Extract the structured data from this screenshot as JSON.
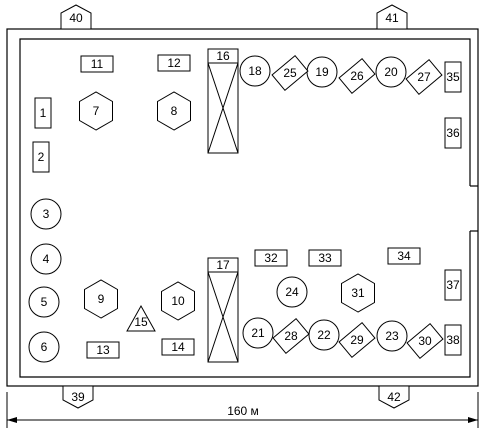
{
  "dimension": {
    "label": "160 м"
  },
  "gates": [
    "39",
    "40",
    "41",
    "42"
  ],
  "items": [
    {
      "id": "1",
      "shape": "rect-tall"
    },
    {
      "id": "2",
      "shape": "rect-tall"
    },
    {
      "id": "3",
      "shape": "circle"
    },
    {
      "id": "4",
      "shape": "circle"
    },
    {
      "id": "5",
      "shape": "circle"
    },
    {
      "id": "6",
      "shape": "circle"
    },
    {
      "id": "7",
      "shape": "hexagon"
    },
    {
      "id": "8",
      "shape": "hexagon"
    },
    {
      "id": "9",
      "shape": "hexagon"
    },
    {
      "id": "10",
      "shape": "hexagon"
    },
    {
      "id": "11",
      "shape": "rect"
    },
    {
      "id": "12",
      "shape": "rect"
    },
    {
      "id": "13",
      "shape": "rect"
    },
    {
      "id": "14",
      "shape": "rect"
    },
    {
      "id": "15",
      "shape": "triangle"
    },
    {
      "id": "16",
      "shape": "crossed-rect"
    },
    {
      "id": "17",
      "shape": "crossed-rect"
    },
    {
      "id": "18",
      "shape": "circle"
    },
    {
      "id": "19",
      "shape": "circle"
    },
    {
      "id": "20",
      "shape": "circle"
    },
    {
      "id": "21",
      "shape": "circle"
    },
    {
      "id": "22",
      "shape": "circle"
    },
    {
      "id": "23",
      "shape": "circle"
    },
    {
      "id": "24",
      "shape": "circle"
    },
    {
      "id": "25",
      "shape": "diamond"
    },
    {
      "id": "26",
      "shape": "diamond"
    },
    {
      "id": "27",
      "shape": "diamond"
    },
    {
      "id": "28",
      "shape": "diamond"
    },
    {
      "id": "29",
      "shape": "diamond"
    },
    {
      "id": "30",
      "shape": "diamond"
    },
    {
      "id": "31",
      "shape": "hexagon"
    },
    {
      "id": "32",
      "shape": "rect"
    },
    {
      "id": "33",
      "shape": "rect"
    },
    {
      "id": "34",
      "shape": "rect"
    },
    {
      "id": "35",
      "shape": "rect-tall"
    },
    {
      "id": "36",
      "shape": "rect-tall"
    },
    {
      "id": "37",
      "shape": "rect-tall"
    },
    {
      "id": "38",
      "shape": "rect-tall"
    }
  ]
}
